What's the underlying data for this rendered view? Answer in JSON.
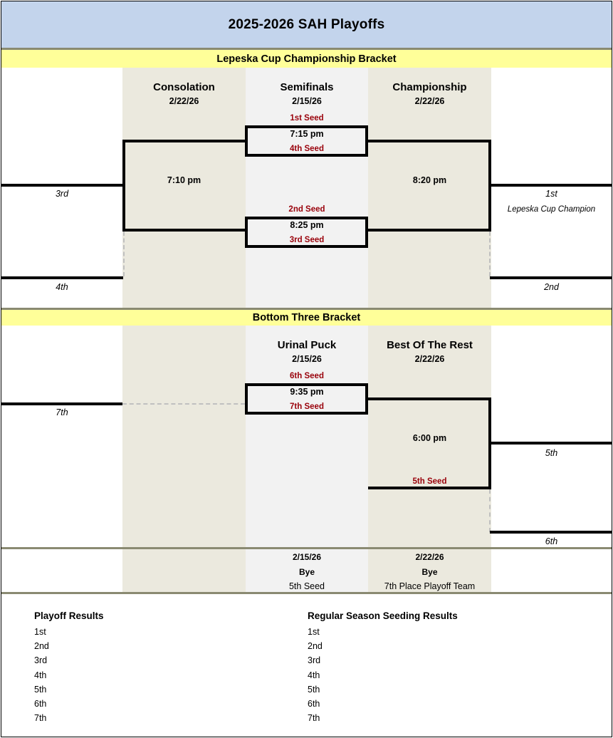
{
  "title": "2025-2026 SAH Playoffs",
  "sections": {
    "top": {
      "heading": "Lepeska Cup Championship Bracket"
    },
    "bottom": {
      "heading": "Bottom Three Bracket"
    }
  },
  "top_bracket": {
    "columns": [
      {
        "name": "Consolation",
        "date": "2/22/26"
      },
      {
        "name": "Semifinals",
        "date": "2/15/26"
      },
      {
        "name": "Championship",
        "date": "2/22/26"
      }
    ],
    "games": [
      {
        "id": "semifinal-1",
        "top_seed": "1st Seed",
        "time": "7:15 pm",
        "bottom_seed": "4th Seed"
      },
      {
        "id": "semifinal-2",
        "top_seed": "2nd Seed",
        "time": "8:25 pm",
        "bottom_seed": "3rd Seed"
      },
      {
        "id": "consolation",
        "time": "7:10 pm"
      },
      {
        "id": "championship",
        "time": "8:20 pm"
      }
    ],
    "placements": {
      "third": "3rd",
      "fourth": "4th",
      "first": "1st",
      "first_sub": "Lepeska Cup Champion",
      "second": "2nd"
    }
  },
  "bottom_bracket": {
    "columns": [
      {
        "name": "Urinal Puck",
        "date": "2/15/26"
      },
      {
        "name": "Best Of The Rest",
        "date": "2/22/26"
      }
    ],
    "games": [
      {
        "id": "urinal-puck",
        "top_seed": "6th Seed",
        "time": "9:35 pm",
        "bottom_seed": "7th Seed"
      },
      {
        "id": "best-of-rest",
        "time": "6:00 pm",
        "bottom_seed": "5th Seed"
      }
    ],
    "placements": {
      "seventh": "7th",
      "fifth": "5th",
      "sixth": "6th"
    }
  },
  "bye_row": [
    {
      "date": "2/15/26",
      "label": "Bye",
      "team": "5th Seed"
    },
    {
      "date": "2/22/26",
      "label": "Bye",
      "team": "7th Place Playoff Team"
    }
  ],
  "results": {
    "playoff": {
      "header": "Playoff Results",
      "rows": [
        "1st",
        "2nd",
        "3rd",
        "4th",
        "5th",
        "6th",
        "7th"
      ]
    },
    "seeding": {
      "header": "Regular Season Seeding Results",
      "rows": [
        "1st",
        "2nd",
        "3rd",
        "4th",
        "5th",
        "6th",
        "7th"
      ]
    }
  },
  "colors": {
    "title_bg": "#c3d4ec",
    "section_bg": "#ffff99",
    "band_beige": "#ebe9de",
    "band_gray": "#f2f2f2",
    "seed_text": "#99000a",
    "rule": "#8a8a72"
  }
}
